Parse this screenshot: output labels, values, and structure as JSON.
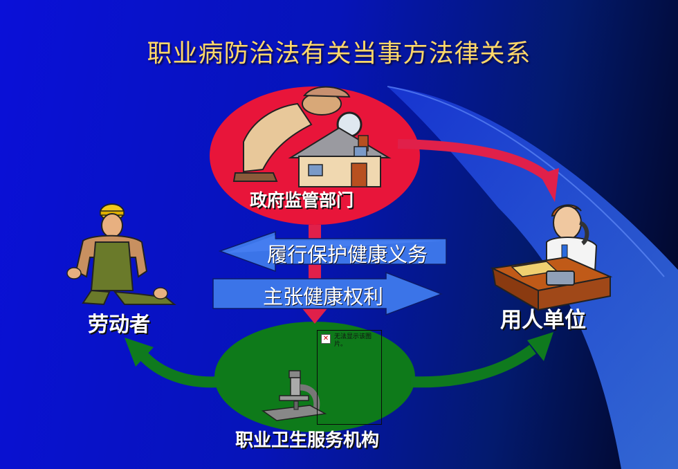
{
  "title": "职业病防治法有关当事方法律关系",
  "nodes": {
    "government": "政府监管部门",
    "worker": "劳动者",
    "employer": "用人单位",
    "service": "职业卫生服务机构"
  },
  "arrows": {
    "left_text": "履行保护健康义务",
    "right_text": "主张健康权利"
  },
  "broken_image": {
    "message": "无法显示该图片。"
  },
  "colors": {
    "title": "#ffd86a",
    "government_ellipse": "#e8153a",
    "service_ellipse": "#0e7a1a",
    "red_arrow": "#e0204a",
    "green_arrow": "#0f7a1e",
    "band_arrow": "#3b74e8"
  },
  "icons": [
    "detective-house-icon",
    "construction-worker-icon",
    "phone-desk-person-icon",
    "microscope-icon"
  ]
}
